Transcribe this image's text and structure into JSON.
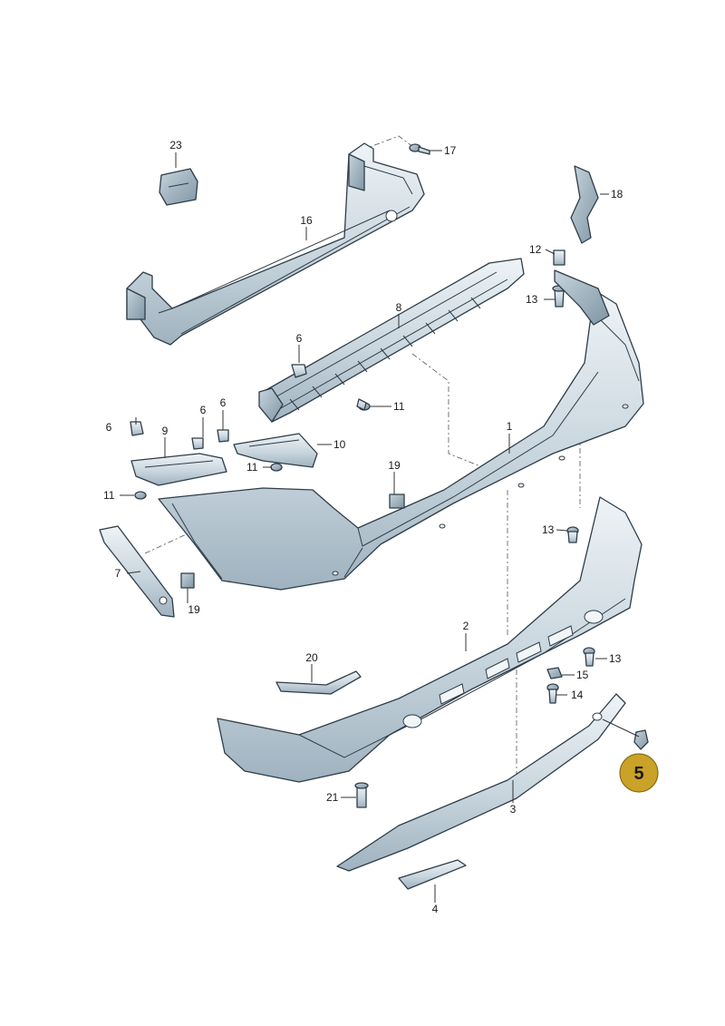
{
  "callouts": [
    {
      "id": "23",
      "text": "23"
    },
    {
      "id": "16",
      "text": "16"
    },
    {
      "id": "17",
      "text": "17"
    },
    {
      "id": "18",
      "text": "18"
    },
    {
      "id": "12",
      "text": "12"
    },
    {
      "id": "13a",
      "text": "13"
    },
    {
      "id": "8",
      "text": "8"
    },
    {
      "id": "6a",
      "text": "6"
    },
    {
      "id": "11a",
      "text": "11"
    },
    {
      "id": "6b",
      "text": "6"
    },
    {
      "id": "6c",
      "text": "6"
    },
    {
      "id": "6d",
      "text": "6"
    },
    {
      "id": "9",
      "text": "9"
    },
    {
      "id": "10",
      "text": "10"
    },
    {
      "id": "11b",
      "text": "11"
    },
    {
      "id": "11c",
      "text": "11"
    },
    {
      "id": "1",
      "text": "1"
    },
    {
      "id": "19a",
      "text": "19"
    },
    {
      "id": "7",
      "text": "7"
    },
    {
      "id": "19b",
      "text": "19"
    },
    {
      "id": "13b",
      "text": "13"
    },
    {
      "id": "2",
      "text": "2"
    },
    {
      "id": "13c",
      "text": "13"
    },
    {
      "id": "20",
      "text": "20"
    },
    {
      "id": "15",
      "text": "15"
    },
    {
      "id": "14",
      "text": "14"
    },
    {
      "id": "21",
      "text": "21"
    },
    {
      "id": "3",
      "text": "3"
    },
    {
      "id": "4",
      "text": "4"
    }
  ],
  "highlight": {
    "text": "5",
    "color": "#c9a227"
  },
  "colors": {
    "part_light": "#e6edf1",
    "part_mid": "#b9c8d2",
    "part_dark": "#8c9fae",
    "outline": "#2f3d48"
  }
}
